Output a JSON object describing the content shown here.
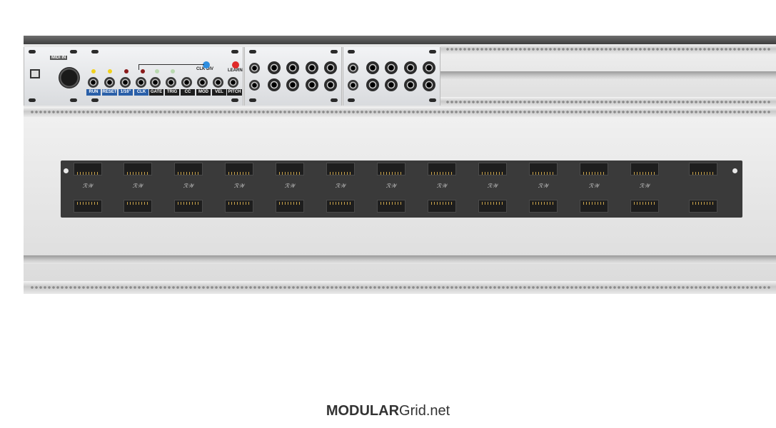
{
  "module_midi": {
    "midi_in_label": "MIDI IN",
    "clk_div_label": "CLK DIV",
    "learn_label": "LEARN",
    "jack_labels_blue": [
      "RUN",
      "RESET",
      "1/16\"",
      "CLK"
    ],
    "jack_labels_black": [
      "GATE",
      "TRIG",
      "CC",
      "MOD",
      "VEL",
      "PITCH"
    ],
    "colors": {
      "label_blue": "#2a5fa8",
      "label_black": "#1e1e1e",
      "led_yellow": "#f2d21b",
      "led_red": "#8a1b1b",
      "led_green": "#b9d9b0",
      "button_blue": "#2f8ee0",
      "button_red": "#e02a2a"
    }
  },
  "busboard": {
    "logo_glyph": "ℛ𝒲"
  },
  "footer": {
    "brand_bold": "MODULAR",
    "brand_regular": "Grid.net"
  }
}
